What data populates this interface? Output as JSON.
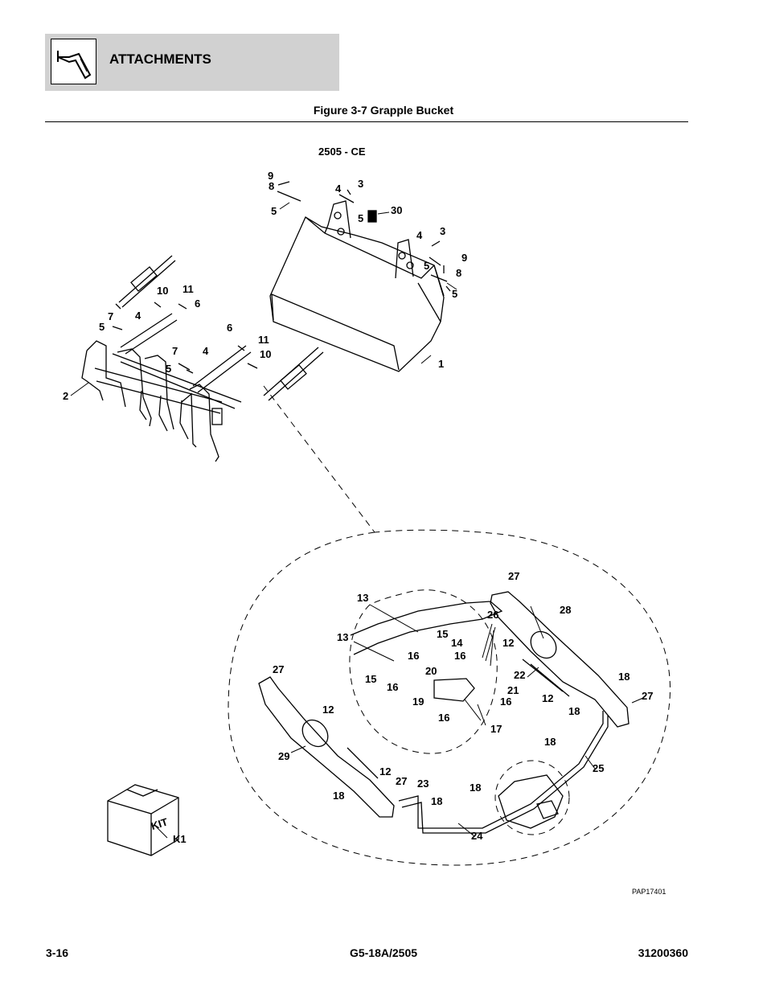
{
  "header": {
    "section_title": "ATTACHMENTS",
    "icon": "bucket-attachment-icon"
  },
  "figure": {
    "title": "Figure 3-7 Grapple Bucket",
    "model_label": "2505 - CE",
    "drawing_id": "PAP17401"
  },
  "callouts": {
    "c1": "1",
    "c2": "2",
    "c3a": "3",
    "c3b": "3",
    "c4a": "4",
    "c4b": "4",
    "c4c": "4",
    "c4d": "4",
    "c5a": "5",
    "c5b": "5",
    "c5c": "5",
    "c5d": "5",
    "c5e": "5",
    "c5f": "5",
    "c6a": "6",
    "c6b": "6",
    "c7a": "7",
    "c7b": "7",
    "c8a": "8",
    "c8b": "8",
    "c9a": "9",
    "c9b": "9",
    "c10a": "10",
    "c10b": "10",
    "c11a": "11",
    "c11b": "11",
    "c12a": "12",
    "c12b": "12",
    "c12c": "12",
    "c12d": "12",
    "c13a": "13",
    "c13b": "13",
    "c14": "14",
    "c15a": "15",
    "c15b": "15",
    "c16a": "16",
    "c16b": "16",
    "c16c": "16",
    "c16d": "16",
    "c16e": "16",
    "c17": "17",
    "c18a": "18",
    "c18b": "18",
    "c18c": "18",
    "c18d": "18",
    "c18e": "18",
    "c18f": "18",
    "c19": "19",
    "c20": "20",
    "c21": "21",
    "c22": "22",
    "c23": "23",
    "c24": "24",
    "c25": "25",
    "c26": "26",
    "c27a": "27",
    "c27b": "27",
    "c27c": "27",
    "c27d": "27",
    "c28": "28",
    "c29": "29",
    "c30": "30",
    "ck1": "K1",
    "kit": "KIT"
  },
  "footer": {
    "page_number": "3-16",
    "model": "G5-18A/2505",
    "part_number": "31200360"
  }
}
